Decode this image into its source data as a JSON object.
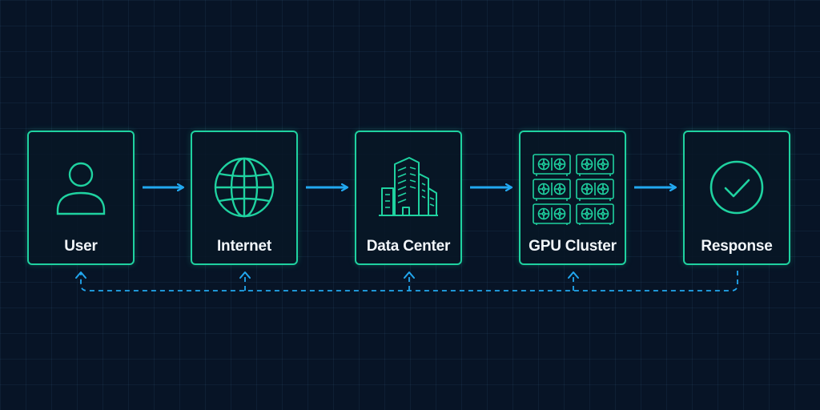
{
  "colors": {
    "background": "#071426",
    "node_border": "#1fd2a0",
    "arrow": "#22a8f0",
    "label": "#f2f6fa"
  },
  "nodes": [
    {
      "label": "User",
      "icon": "user-icon"
    },
    {
      "label": "Internet",
      "icon": "globe-icon"
    },
    {
      "label": "Data Center",
      "icon": "building-icon"
    },
    {
      "label": "GPU Cluster",
      "icon": "gpu-cluster-icon"
    },
    {
      "label": "Response",
      "icon": "check-circle-icon"
    }
  ]
}
